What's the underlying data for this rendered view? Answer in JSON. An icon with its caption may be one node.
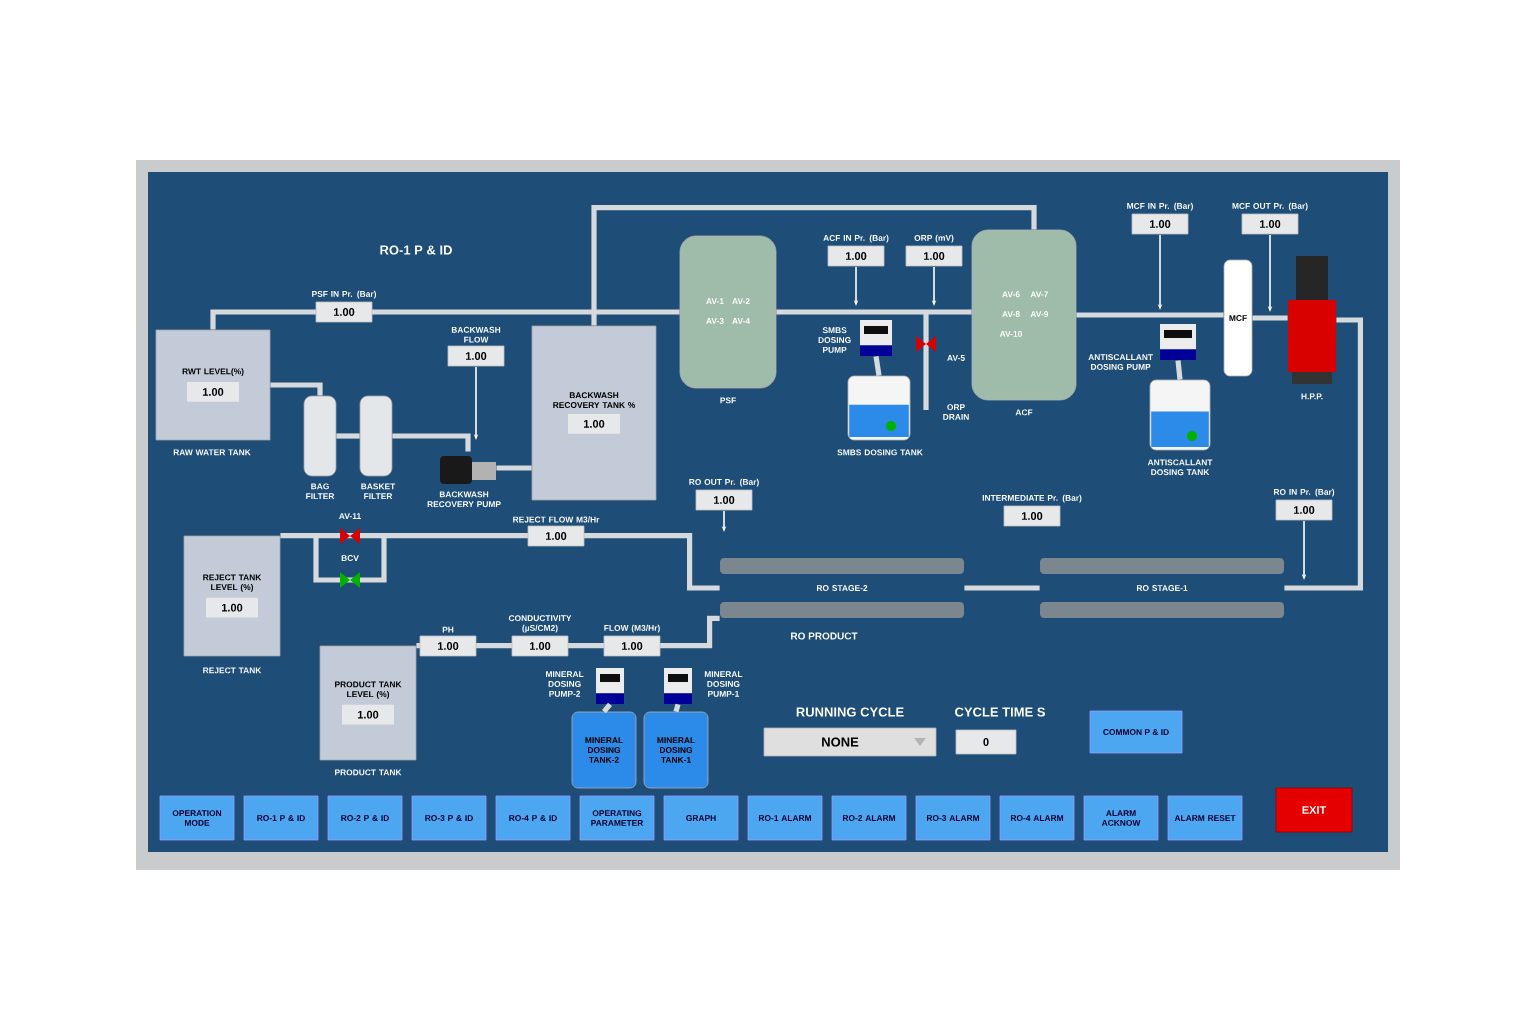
{
  "diagram": {
    "title": "RO-1 P & ID",
    "nodes": [
      {
        "text": [
          "RWT LEVEL(%)",
          "1.00"
        ],
        "beside": [
          "RAW WATER TANK"
        ]
      },
      {
        "text": [],
        "shape": "cylinder",
        "beside": [
          "BAG FILTER"
        ]
      },
      {
        "text": [],
        "shape": "cylinder",
        "beside": [
          "BASKET FILTER"
        ]
      },
      {
        "text": [],
        "shape": "pump",
        "beside": [
          "BACKWASH RECOVERY PUMP"
        ]
      },
      {
        "text": [
          "BACKWASH RECOVERY TANK %",
          "1.00"
        ]
      },
      {
        "text": [
          "AV-1",
          "AV-2",
          "AV-3",
          "AV-4"
        ],
        "beside": [
          "PSF"
        ]
      },
      {
        "text": [],
        "shape": "pump",
        "beside": [
          "SMBS DOSING PUMP"
        ]
      },
      {
        "text": [],
        "shape": "tank",
        "beside": [
          "SMBS DOSING TANK"
        ]
      },
      {
        "text": [
          "AV-6",
          "AV-7",
          "AV-8",
          "AV-9",
          "AV-10"
        ],
        "beside": [
          "ACF"
        ]
      },
      {
        "text": [],
        "shape": "pump",
        "beside": [
          "ANTISCALLANT DOSING PUMP"
        ]
      },
      {
        "text": [],
        "shape": "tank",
        "beside": [
          "ANTISCALLANT DOSING TANK"
        ]
      },
      {
        "text": [
          "MCF"
        ]
      },
      {
        "text": [],
        "shape": "pump",
        "beside": [
          "H.P.P."
        ]
      },
      {
        "text": [
          "RO STAGE-1"
        ]
      },
      {
        "text": [
          "RO STAGE-2"
        ]
      },
      {
        "text": [
          "REJECT TANK LEVEL (%)",
          "1.00"
        ],
        "beside": [
          "REJECT TANK"
        ]
      },
      {
        "text": [
          "PRODUCT TANK LEVEL (%)",
          "1.00"
        ],
        "beside": [
          "PRODUCT TANK"
        ]
      },
      {
        "text": [],
        "shape": "pump",
        "beside": [
          "MINERAL DOSING PUMP-2"
        ]
      },
      {
        "text": [],
        "shape": "pump",
        "beside": [
          "MINERAL DOSING PUMP-1"
        ]
      },
      {
        "text": [
          "MINERAL DOSING TANK-2"
        ]
      },
      {
        "text": [
          "MINERAL DOSING TANK-1"
        ]
      }
    ],
    "edges": [
      {
        "from": 0,
        "to": 5,
        "arrow": "none"
      },
      {
        "from": 0,
        "to": 1,
        "arrow": "none"
      },
      {
        "from": 1,
        "to": 2,
        "arrow": "none"
      },
      {
        "from": 2,
        "to": 3,
        "arrow": "none"
      },
      {
        "from": 3,
        "to": 4,
        "arrow": "none"
      },
      {
        "from": 5,
        "to": 8,
        "arrow": "none"
      },
      {
        "from": 8,
        "to": 11,
        "arrow": "none"
      },
      {
        "from": 11,
        "to": 12,
        "arrow": "none"
      },
      {
        "from": 12,
        "to": 13,
        "arrow": "none"
      },
      {
        "from": 13,
        "to": 14,
        "arrow": "none"
      },
      {
        "from": 14,
        "to": 15,
        "arrow": "none"
      },
      {
        "from": 14,
        "to": 16,
        "arrow": "none"
      },
      {
        "from": 7,
        "to": 6,
        "arrow": "none"
      },
      {
        "from": 10,
        "to": 9,
        "arrow": "none"
      },
      {
        "from": 19,
        "to": 17,
        "arrow": "none"
      },
      {
        "from": 20,
        "to": 18,
        "arrow": "none"
      },
      {
        "from": 4,
        "to": 8,
        "arrow": "none"
      }
    ],
    "labels": [
      "PSF IN Pr. (Bar)",
      "1.00",
      "BACKWASH FLOW",
      "1.00",
      "ACF IN Pr. (Bar)",
      "1.00",
      "ORP (mV)",
      "1.00",
      "MCF IN Pr. (Bar)",
      "1.00",
      "MCF OUT Pr. (Bar)",
      "1.00",
      "AV-5",
      "ORP DRAIN",
      "RO OUT Pr. (Bar)",
      "1.00",
      "INTERMEDIATE Pr. (Bar)",
      "1.00",
      "RO IN Pr. (Bar)",
      "1.00",
      "AV-11",
      "BCV",
      "REJECT FLOW M3/Hr",
      "1.00",
      "PH",
      "1.00",
      "CONDUCTIVITY (µS/CM2)",
      "1.00",
      "FLOW (M3/Hr)",
      "1.00",
      "RO PRODUCT",
      "RUNNING CYCLE",
      "NONE",
      "CYCLE TIME S",
      "0",
      "COMMON P & ID",
      "OPERATION MODE",
      "RO-1 P & ID",
      "RO-2 P & ID",
      "RO-3 P & ID",
      "RO-4 P & ID",
      "OPERATING PARAMETER",
      "GRAPH",
      "RO-1 ALARM",
      "RO-2 ALARM",
      "RO-3 ALARM",
      "RO-4 ALARM",
      "ALARM ACKNOW",
      "ALARM RESET",
      "EXIT"
    ]
  }
}
